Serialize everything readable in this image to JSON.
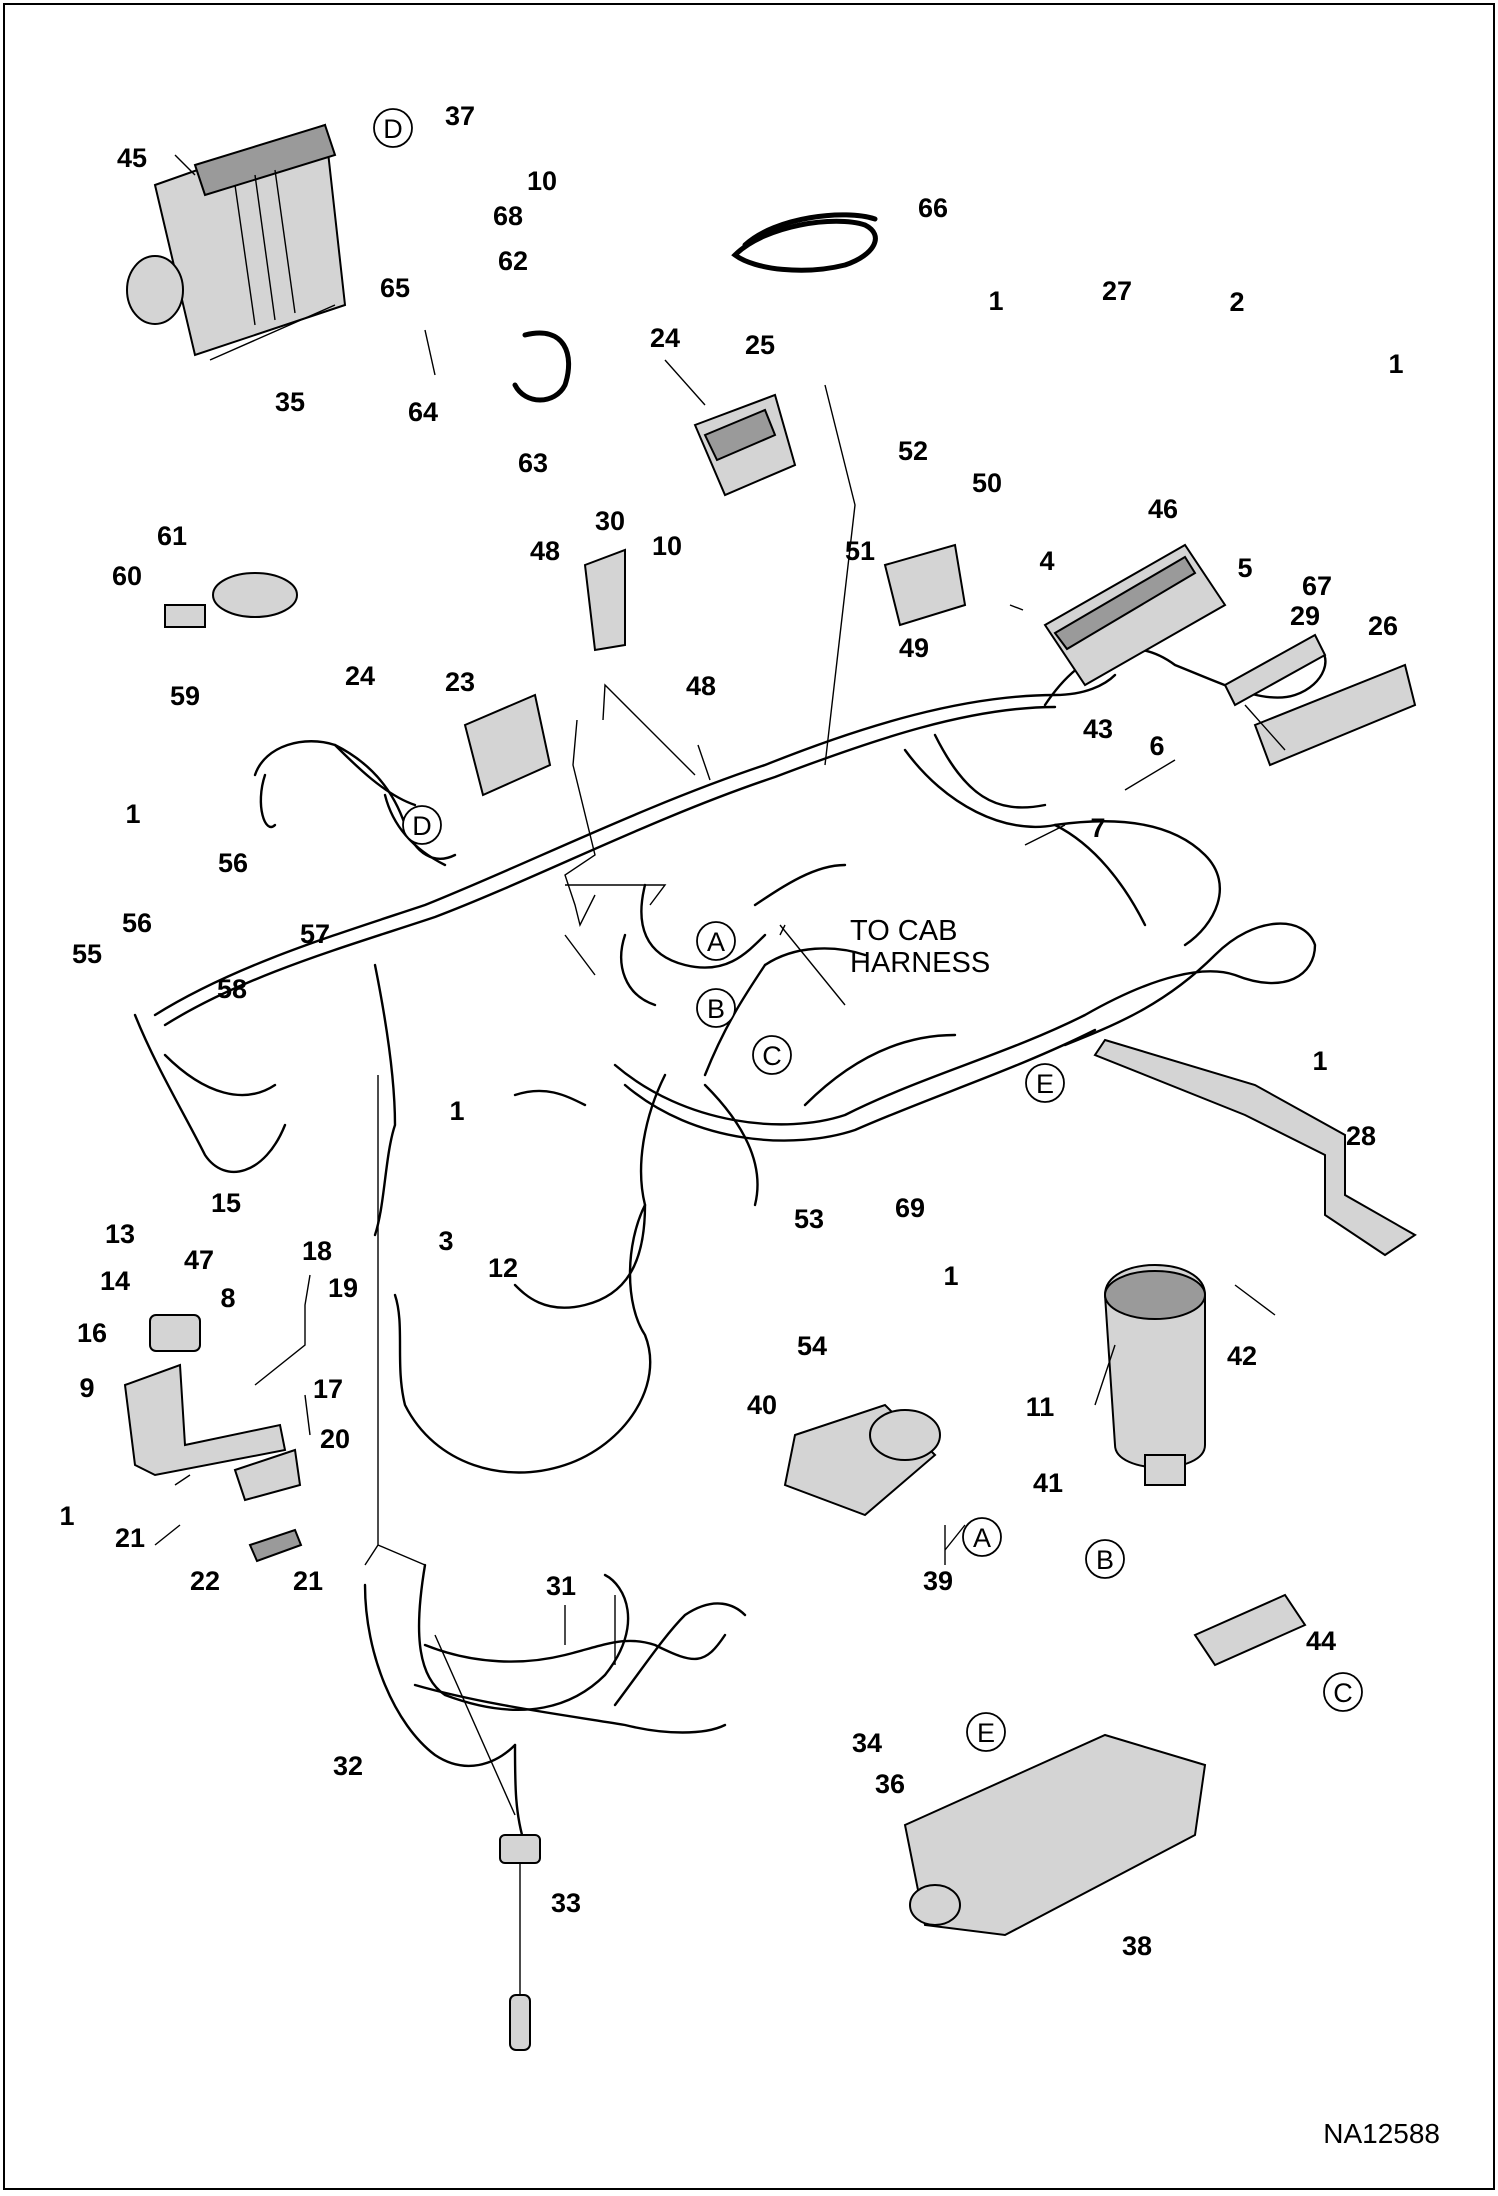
{
  "diagram": {
    "drawing_id": "NA12588",
    "note_lines": [
      "TO CAB",
      "HARNESS"
    ],
    "callouts": [
      "A",
      "B",
      "C",
      "D",
      "E"
    ]
  },
  "labels": [
    {
      "id": "l45",
      "text": "45"
    },
    {
      "id": "l37",
      "text": "37"
    },
    {
      "id": "l10a",
      "text": "10"
    },
    {
      "id": "l68",
      "text": "68"
    },
    {
      "id": "l62",
      "text": "62"
    },
    {
      "id": "l65",
      "text": "65"
    },
    {
      "id": "l66",
      "text": "66"
    },
    {
      "id": "l35",
      "text": "35"
    },
    {
      "id": "l64",
      "text": "64"
    },
    {
      "id": "l63",
      "text": "63"
    },
    {
      "id": "l24a",
      "text": "24"
    },
    {
      "id": "l25",
      "text": "25"
    },
    {
      "id": "l1a",
      "text": "1"
    },
    {
      "id": "l27",
      "text": "27"
    },
    {
      "id": "l2",
      "text": "2"
    },
    {
      "id": "l1b",
      "text": "1"
    },
    {
      "id": "l52",
      "text": "52"
    },
    {
      "id": "l50",
      "text": "50"
    },
    {
      "id": "l61",
      "text": "61"
    },
    {
      "id": "l60",
      "text": "60"
    },
    {
      "id": "l59",
      "text": "59"
    },
    {
      "id": "l48a",
      "text": "48"
    },
    {
      "id": "l30",
      "text": "30"
    },
    {
      "id": "l10b",
      "text": "10"
    },
    {
      "id": "l48b",
      "text": "48"
    },
    {
      "id": "l51",
      "text": "51"
    },
    {
      "id": "l49",
      "text": "49"
    },
    {
      "id": "l4",
      "text": "4"
    },
    {
      "id": "l46",
      "text": "46"
    },
    {
      "id": "l5",
      "text": "5"
    },
    {
      "id": "l29",
      "text": "29"
    },
    {
      "id": "l67",
      "text": "67"
    },
    {
      "id": "l26",
      "text": "26"
    },
    {
      "id": "l43",
      "text": "43"
    },
    {
      "id": "l6",
      "text": "6"
    },
    {
      "id": "l24b",
      "text": "24"
    },
    {
      "id": "l23",
      "text": "23"
    },
    {
      "id": "l7",
      "text": "7"
    },
    {
      "id": "l1c",
      "text": "1"
    },
    {
      "id": "l56a",
      "text": "56"
    },
    {
      "id": "l56b",
      "text": "56"
    },
    {
      "id": "l57",
      "text": "57"
    },
    {
      "id": "l55",
      "text": "55"
    },
    {
      "id": "l58",
      "text": "58"
    },
    {
      "id": "l1d",
      "text": "1"
    },
    {
      "id": "l28",
      "text": "28"
    },
    {
      "id": "l1e",
      "text": "1"
    },
    {
      "id": "l3",
      "text": "3"
    },
    {
      "id": "l12",
      "text": "12"
    },
    {
      "id": "l13",
      "text": "13"
    },
    {
      "id": "l15",
      "text": "15"
    },
    {
      "id": "l14",
      "text": "14"
    },
    {
      "id": "l47",
      "text": "47"
    },
    {
      "id": "l18",
      "text": "18"
    },
    {
      "id": "l8",
      "text": "8"
    },
    {
      "id": "l19",
      "text": "19"
    },
    {
      "id": "l16",
      "text": "16"
    },
    {
      "id": "l9",
      "text": "9"
    },
    {
      "id": "l17",
      "text": "17"
    },
    {
      "id": "l20",
      "text": "20"
    },
    {
      "id": "l1f",
      "text": "1"
    },
    {
      "id": "l21a",
      "text": "21"
    },
    {
      "id": "l22",
      "text": "22"
    },
    {
      "id": "l21b",
      "text": "21"
    },
    {
      "id": "l53",
      "text": "53"
    },
    {
      "id": "l69",
      "text": "69"
    },
    {
      "id": "l1g",
      "text": "1"
    },
    {
      "id": "l54",
      "text": "54"
    },
    {
      "id": "l42",
      "text": "42"
    },
    {
      "id": "l40",
      "text": "40"
    },
    {
      "id": "l11",
      "text": "11"
    },
    {
      "id": "l41",
      "text": "41"
    },
    {
      "id": "l39",
      "text": "39"
    },
    {
      "id": "l31",
      "text": "31"
    },
    {
      "id": "l44",
      "text": "44"
    },
    {
      "id": "l32",
      "text": "32"
    },
    {
      "id": "l34",
      "text": "34"
    },
    {
      "id": "l36",
      "text": "36"
    },
    {
      "id": "l33",
      "text": "33"
    },
    {
      "id": "l38",
      "text": "38"
    }
  ],
  "colors": {
    "ink": "#000000",
    "part_fill": "#d4d4d4",
    "part_shade": "#9a9a9a",
    "paper": "#ffffff"
  }
}
